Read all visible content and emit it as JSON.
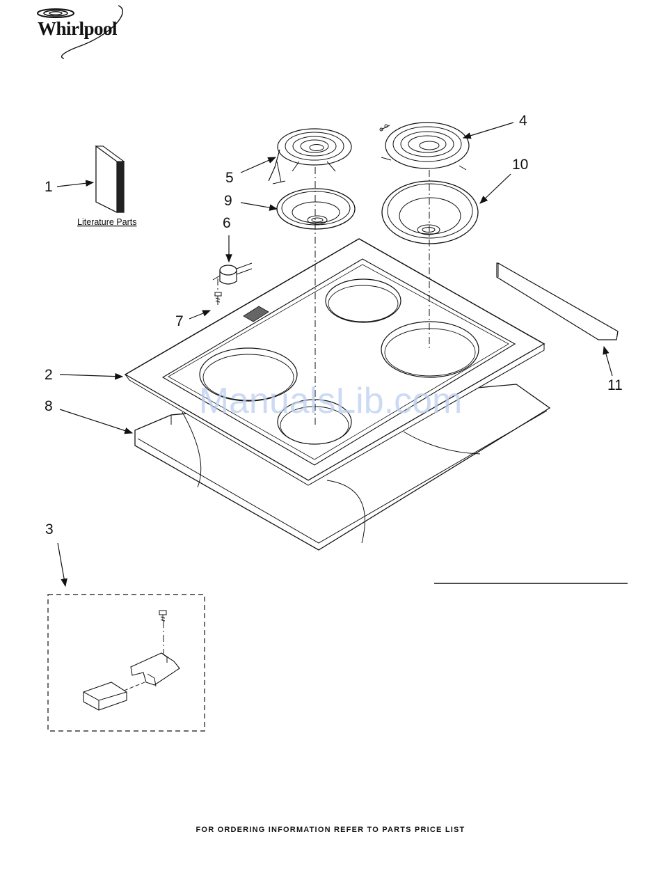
{
  "brand": {
    "name": "Whirlpool"
  },
  "watermark": {
    "text": "ManualsLib.com"
  },
  "callouts": [
    "1",
    "2",
    "3",
    "4",
    "5",
    "6",
    "7",
    "8",
    "9",
    "10",
    "11"
  ],
  "literature_label": "Literature Parts",
  "footer_text": "FOR ORDERING INFORMATION REFER TO PARTS PRICE LIST",
  "icons": [
    "whirlpool-swirl-icon"
  ]
}
